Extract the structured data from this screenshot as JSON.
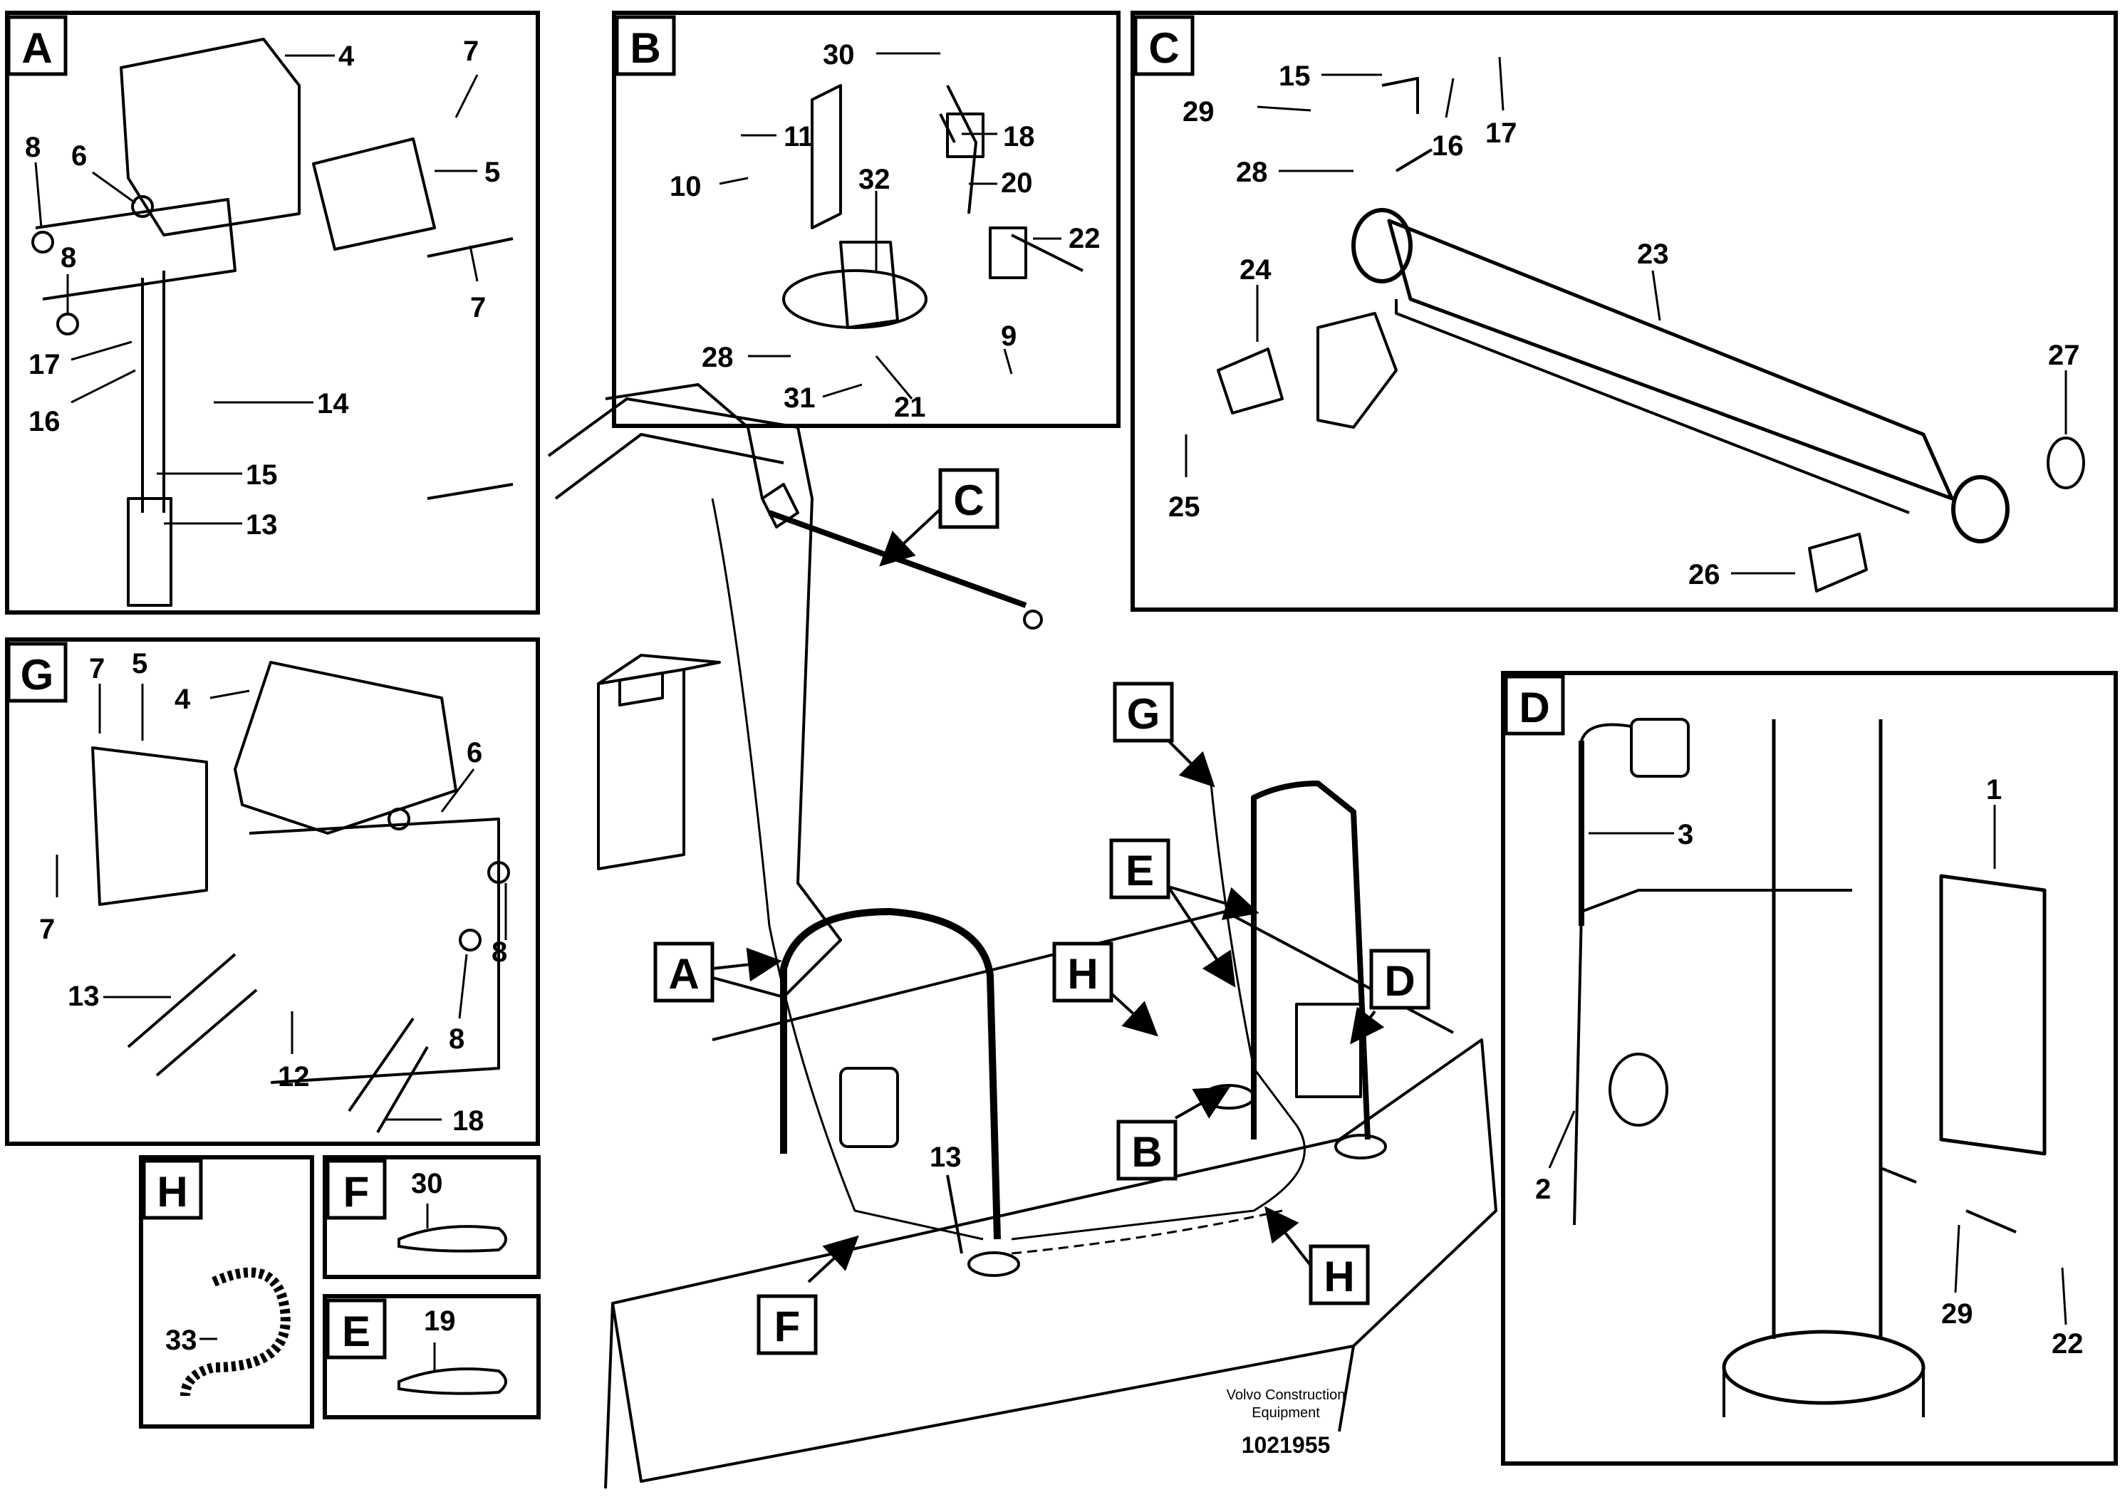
{
  "panels": {
    "A": {
      "letter": "A",
      "callouts": [
        "4",
        "7",
        "8",
        "6",
        "5",
        "8",
        "7",
        "17",
        "16",
        "14",
        "15",
        "13"
      ]
    },
    "B": {
      "letter": "B",
      "callouts": [
        "30",
        "11",
        "18",
        "10",
        "32",
        "20",
        "22",
        "9",
        "28",
        "31",
        "21"
      ]
    },
    "C": {
      "letter": "C",
      "callouts": [
        "15",
        "29",
        "16",
        "17",
        "28",
        "23",
        "24",
        "27",
        "25",
        "26"
      ]
    },
    "G": {
      "letter": "G",
      "callouts": [
        "7",
        "5",
        "4",
        "6",
        "7",
        "8",
        "13",
        "12",
        "8",
        "18"
      ]
    },
    "D": {
      "letter": "D",
      "callouts": [
        "3",
        "1",
        "2",
        "29",
        "22"
      ]
    },
    "H": {
      "letter": "H",
      "callouts": [
        "33"
      ]
    },
    "F": {
      "letter": "F",
      "callouts": [
        "30"
      ]
    },
    "E": {
      "letter": "E",
      "callouts": [
        "19"
      ]
    }
  },
  "main_view": {
    "tags": [
      "C",
      "G",
      "E",
      "H",
      "D",
      "A",
      "B",
      "F",
      "H"
    ],
    "callouts": [
      "13"
    ]
  },
  "credit": {
    "line1": "Volvo Construction",
    "line2": "Equipment",
    "doc_number": "1021955"
  },
  "colors": {
    "line": "#000000",
    "background": "#ffffff"
  }
}
